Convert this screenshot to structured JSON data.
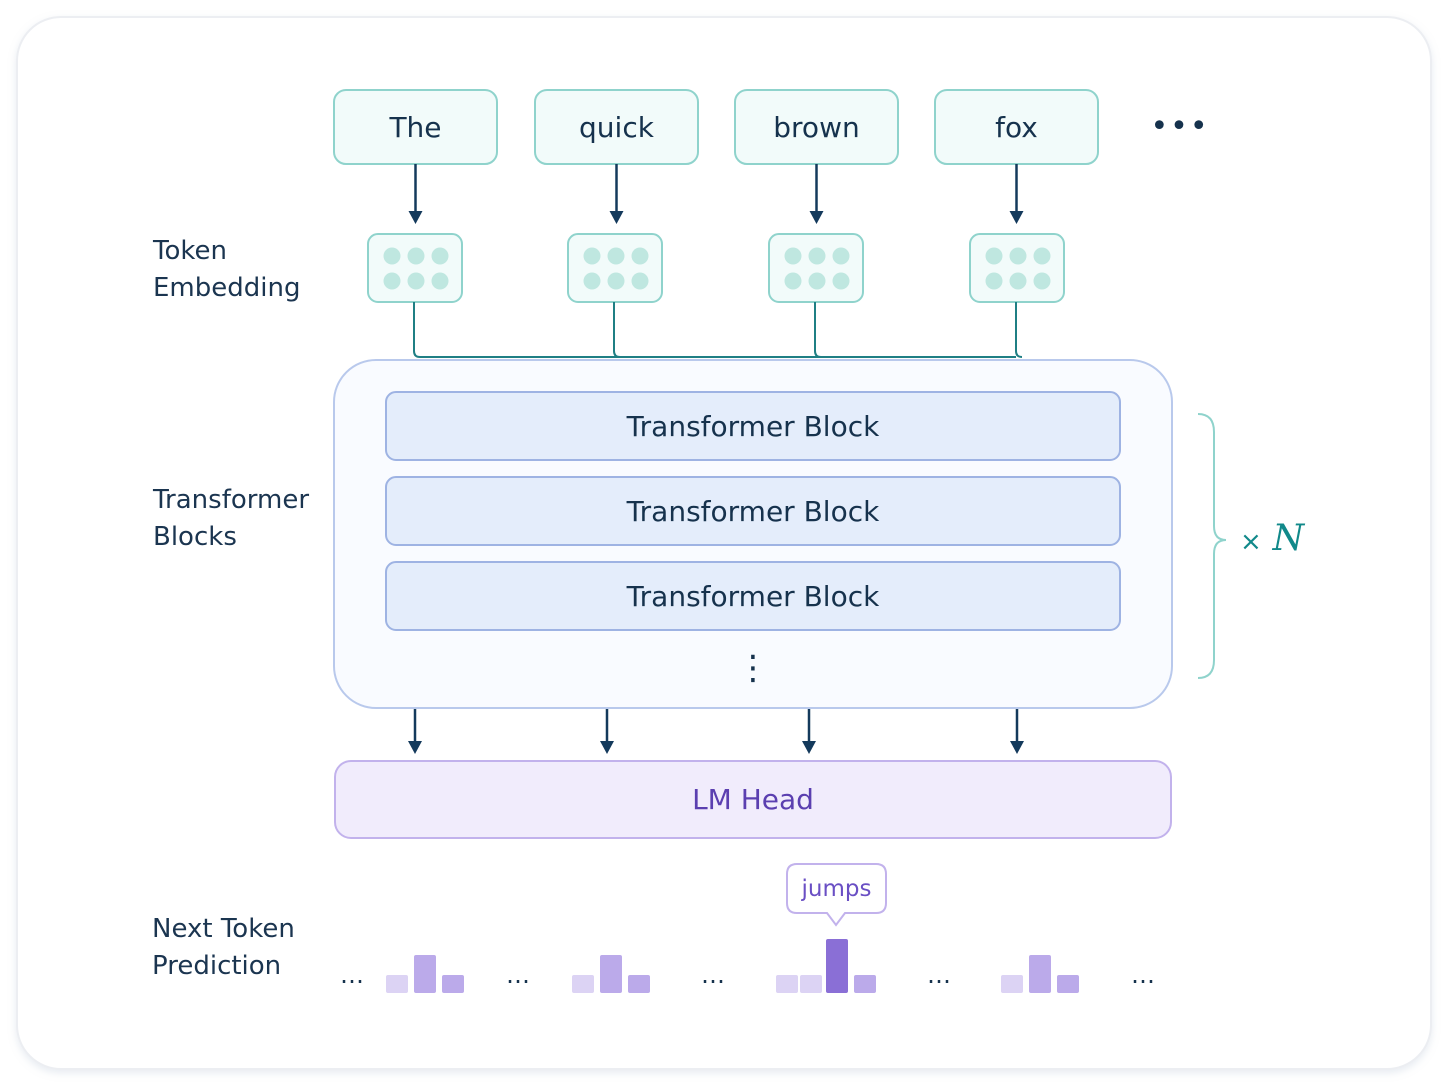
{
  "input_tokens": [
    "The",
    "quick",
    "brown",
    "fox"
  ],
  "input_continuation": "•••",
  "labels": {
    "token_embedding": [
      "Token",
      "Embedding"
    ],
    "transformer_blocks": [
      "Transformer",
      "Blocks"
    ],
    "next_token_prediction": [
      "Next Token",
      "Prediction"
    ]
  },
  "transformer_blocks": [
    "Transformer Block",
    "Transformer Block",
    "Transformer Block"
  ],
  "block_continuation": "⋮",
  "repeat": {
    "times": "×",
    "symbol": "N"
  },
  "lm_head": "LM Head",
  "prediction": {
    "predicted_token": "jumps",
    "gap": "…"
  },
  "colors": {
    "token_border": "#8fd3cc",
    "token_fill": "#f2fbfa",
    "embed_dot": "#bfe7e0",
    "arrow": "#143a5c",
    "connector_teal": "#1f7f84",
    "container_border": "#b9c9ec",
    "block_fill": "#e4edfb",
    "block_border": "#9eb3e3",
    "lm_fill": "#f1ecfc",
    "lm_border": "#c2b2ec",
    "bar_light": "#dcd3f4",
    "bar_mid": "#bbaaea",
    "bar_dark": "#8a6fd6",
    "brace": "#8fd3cc"
  },
  "icons": {
    "embedding": "embedding-vector-icon",
    "arrow": "arrow-down-icon",
    "brace": "curly-brace-icon"
  }
}
